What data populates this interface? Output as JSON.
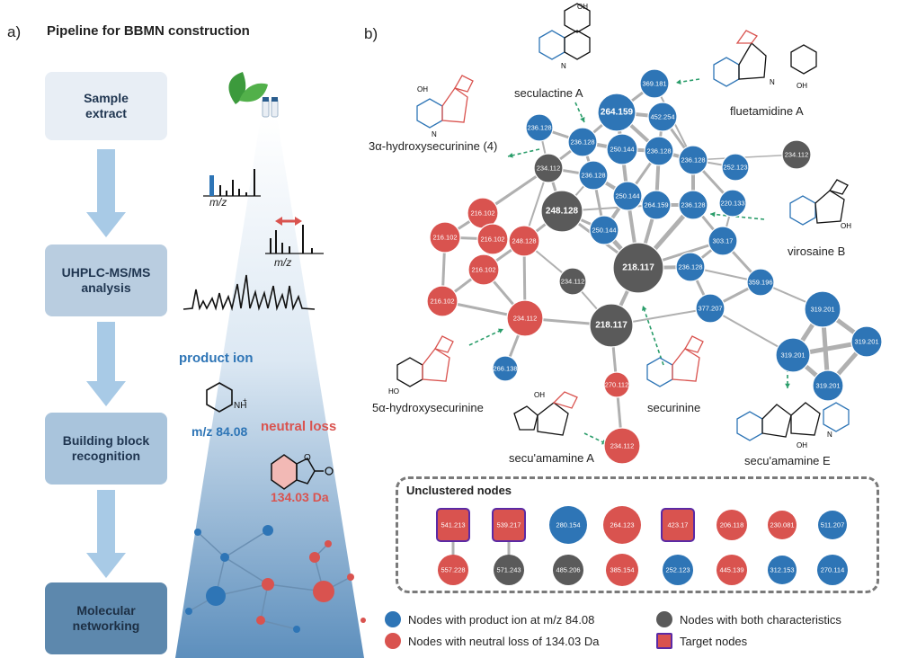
{
  "panel_a": {
    "label": "a)",
    "title": "Pipeline for BBMN construction",
    "steps": [
      "Sample\nextract",
      "UHPLC-MS/MS\nanalysis",
      "Building  block\nrecognition",
      "Molecular\nnetworking"
    ],
    "mz_label_1": "m/z",
    "mz_label_2": "m/z",
    "product_ion_title": "product ion",
    "product_ion_mz": "m/z  84.08",
    "neutral_loss_title": "neutral loss",
    "neutral_loss_mass": "134.03 Da"
  },
  "panel_b": {
    "label": "b)",
    "compounds": {
      "seculactine_a": "seculactine A",
      "fluetamidine_a": "fluetamidine A",
      "hydroxysecurinine_3a": "3α-hydroxysecurinine (4)",
      "virosaine_b": "virosaine B",
      "hydroxysecurinine_5a": "5α-hydroxysecurinine",
      "securinine": "securinine",
      "secuamamine_a": "secu'amamine A",
      "secuamamine_e": "secu'amamine E"
    },
    "unclustered_title": "Unclustered nodes"
  },
  "colors": {
    "blue": "#2e75b6",
    "red": "#d9534f",
    "gray": "#5a5a5a",
    "target_border": "#5b2aa5",
    "edge": "#b0b0b0",
    "step_light": "#e8eef5",
    "step_mid": "#b9cde0",
    "step_dark": "#5d88ad"
  },
  "nodes": [
    {
      "id": "n369",
      "label": "369.181",
      "type": "blue"
    },
    {
      "id": "n264a",
      "label": "264.159",
      "type": "blue"
    },
    {
      "id": "n452",
      "label": "452.254",
      "type": "blue"
    },
    {
      "id": "n236a",
      "label": "236.128",
      "type": "blue"
    },
    {
      "id": "n236b",
      "label": "236.128",
      "type": "blue"
    },
    {
      "id": "n250a",
      "label": "250.144",
      "type": "blue"
    },
    {
      "id": "n236c",
      "label": "236.128",
      "type": "blue"
    },
    {
      "id": "n236d",
      "label": "236.128",
      "type": "blue"
    },
    {
      "id": "n252",
      "label": "252.123",
      "type": "blue"
    },
    {
      "id": "n234g1",
      "label": "234.112",
      "type": "gray"
    },
    {
      "id": "n234g2",
      "label": "234.112",
      "type": "gray"
    },
    {
      "id": "n236e",
      "label": "236.128",
      "type": "blue"
    },
    {
      "id": "n216a",
      "label": "216.102",
      "type": "red"
    },
    {
      "id": "n250b",
      "label": "250.144",
      "type": "blue"
    },
    {
      "id": "n264b",
      "label": "264.159",
      "type": "blue"
    },
    {
      "id": "n236f",
      "label": "236.128",
      "type": "blue"
    },
    {
      "id": "n220",
      "label": "220.133",
      "type": "blue"
    },
    {
      "id": "n248g",
      "label": "248.128",
      "type": "gray"
    },
    {
      "id": "n216b",
      "label": "216.102",
      "type": "red"
    },
    {
      "id": "n216c",
      "label": "216.102",
      "type": "red"
    },
    {
      "id": "n248r",
      "label": "248.128",
      "type": "red"
    },
    {
      "id": "n250c",
      "label": "250.144",
      "type": "blue"
    },
    {
      "id": "n303",
      "label": "303.17",
      "type": "blue"
    },
    {
      "id": "n218a",
      "label": "218.117",
      "type": "gray"
    },
    {
      "id": "n216d",
      "label": "216.102",
      "type": "red"
    },
    {
      "id": "n234g3",
      "label": "234.112",
      "type": "gray"
    },
    {
      "id": "n236g",
      "label": "236.128",
      "type": "blue"
    },
    {
      "id": "n359",
      "label": "359.196",
      "type": "blue"
    },
    {
      "id": "n216e",
      "label": "216.102",
      "type": "red"
    },
    {
      "id": "n234r1",
      "label": "234.112",
      "type": "red"
    },
    {
      "id": "n218b",
      "label": "218.117",
      "type": "gray"
    },
    {
      "id": "n377",
      "label": "377.207",
      "type": "blue"
    },
    {
      "id": "n319a",
      "label": "319.201",
      "type": "blue"
    },
    {
      "id": "n319b",
      "label": "319.201",
      "type": "blue"
    },
    {
      "id": "n319c",
      "label": "319.201",
      "type": "blue"
    },
    {
      "id": "n319d",
      "label": "319.201",
      "type": "blue"
    },
    {
      "id": "n266",
      "label": "266.138",
      "type": "blue"
    },
    {
      "id": "n270r",
      "label": "270.112",
      "type": "red"
    },
    {
      "id": "n234r2",
      "label": "234.112",
      "type": "red"
    }
  ],
  "unclustered": {
    "top": [
      {
        "label": "541.213",
        "type": "target"
      },
      {
        "label": "539.217",
        "type": "target"
      },
      {
        "label": "280.154",
        "type": "blue"
      },
      {
        "label": "264.123",
        "type": "red"
      },
      {
        "label": "423.17",
        "type": "target"
      },
      {
        "label": "206.118",
        "type": "red"
      },
      {
        "label": "230.081",
        "type": "red"
      },
      {
        "label": "511.207",
        "type": "blue"
      }
    ],
    "bottom": [
      {
        "label": "557.228",
        "type": "red"
      },
      {
        "label": "571.243",
        "type": "gray"
      },
      {
        "label": "485.206",
        "type": "gray"
      },
      {
        "label": "385.154",
        "type": "red"
      },
      {
        "label": "252.123",
        "type": "blue"
      },
      {
        "label": "445.139",
        "type": "red"
      },
      {
        "label": "312.153",
        "type": "blue"
      },
      {
        "label": "270.114",
        "type": "blue"
      }
    ]
  },
  "legend": {
    "blue_label": "Nodes with product ion at m/z 84.08",
    "gray_label": "Nodes with both characteristics",
    "red_label": "Nodes with neutral loss of 134.03 Da",
    "target_label": "Target nodes"
  }
}
